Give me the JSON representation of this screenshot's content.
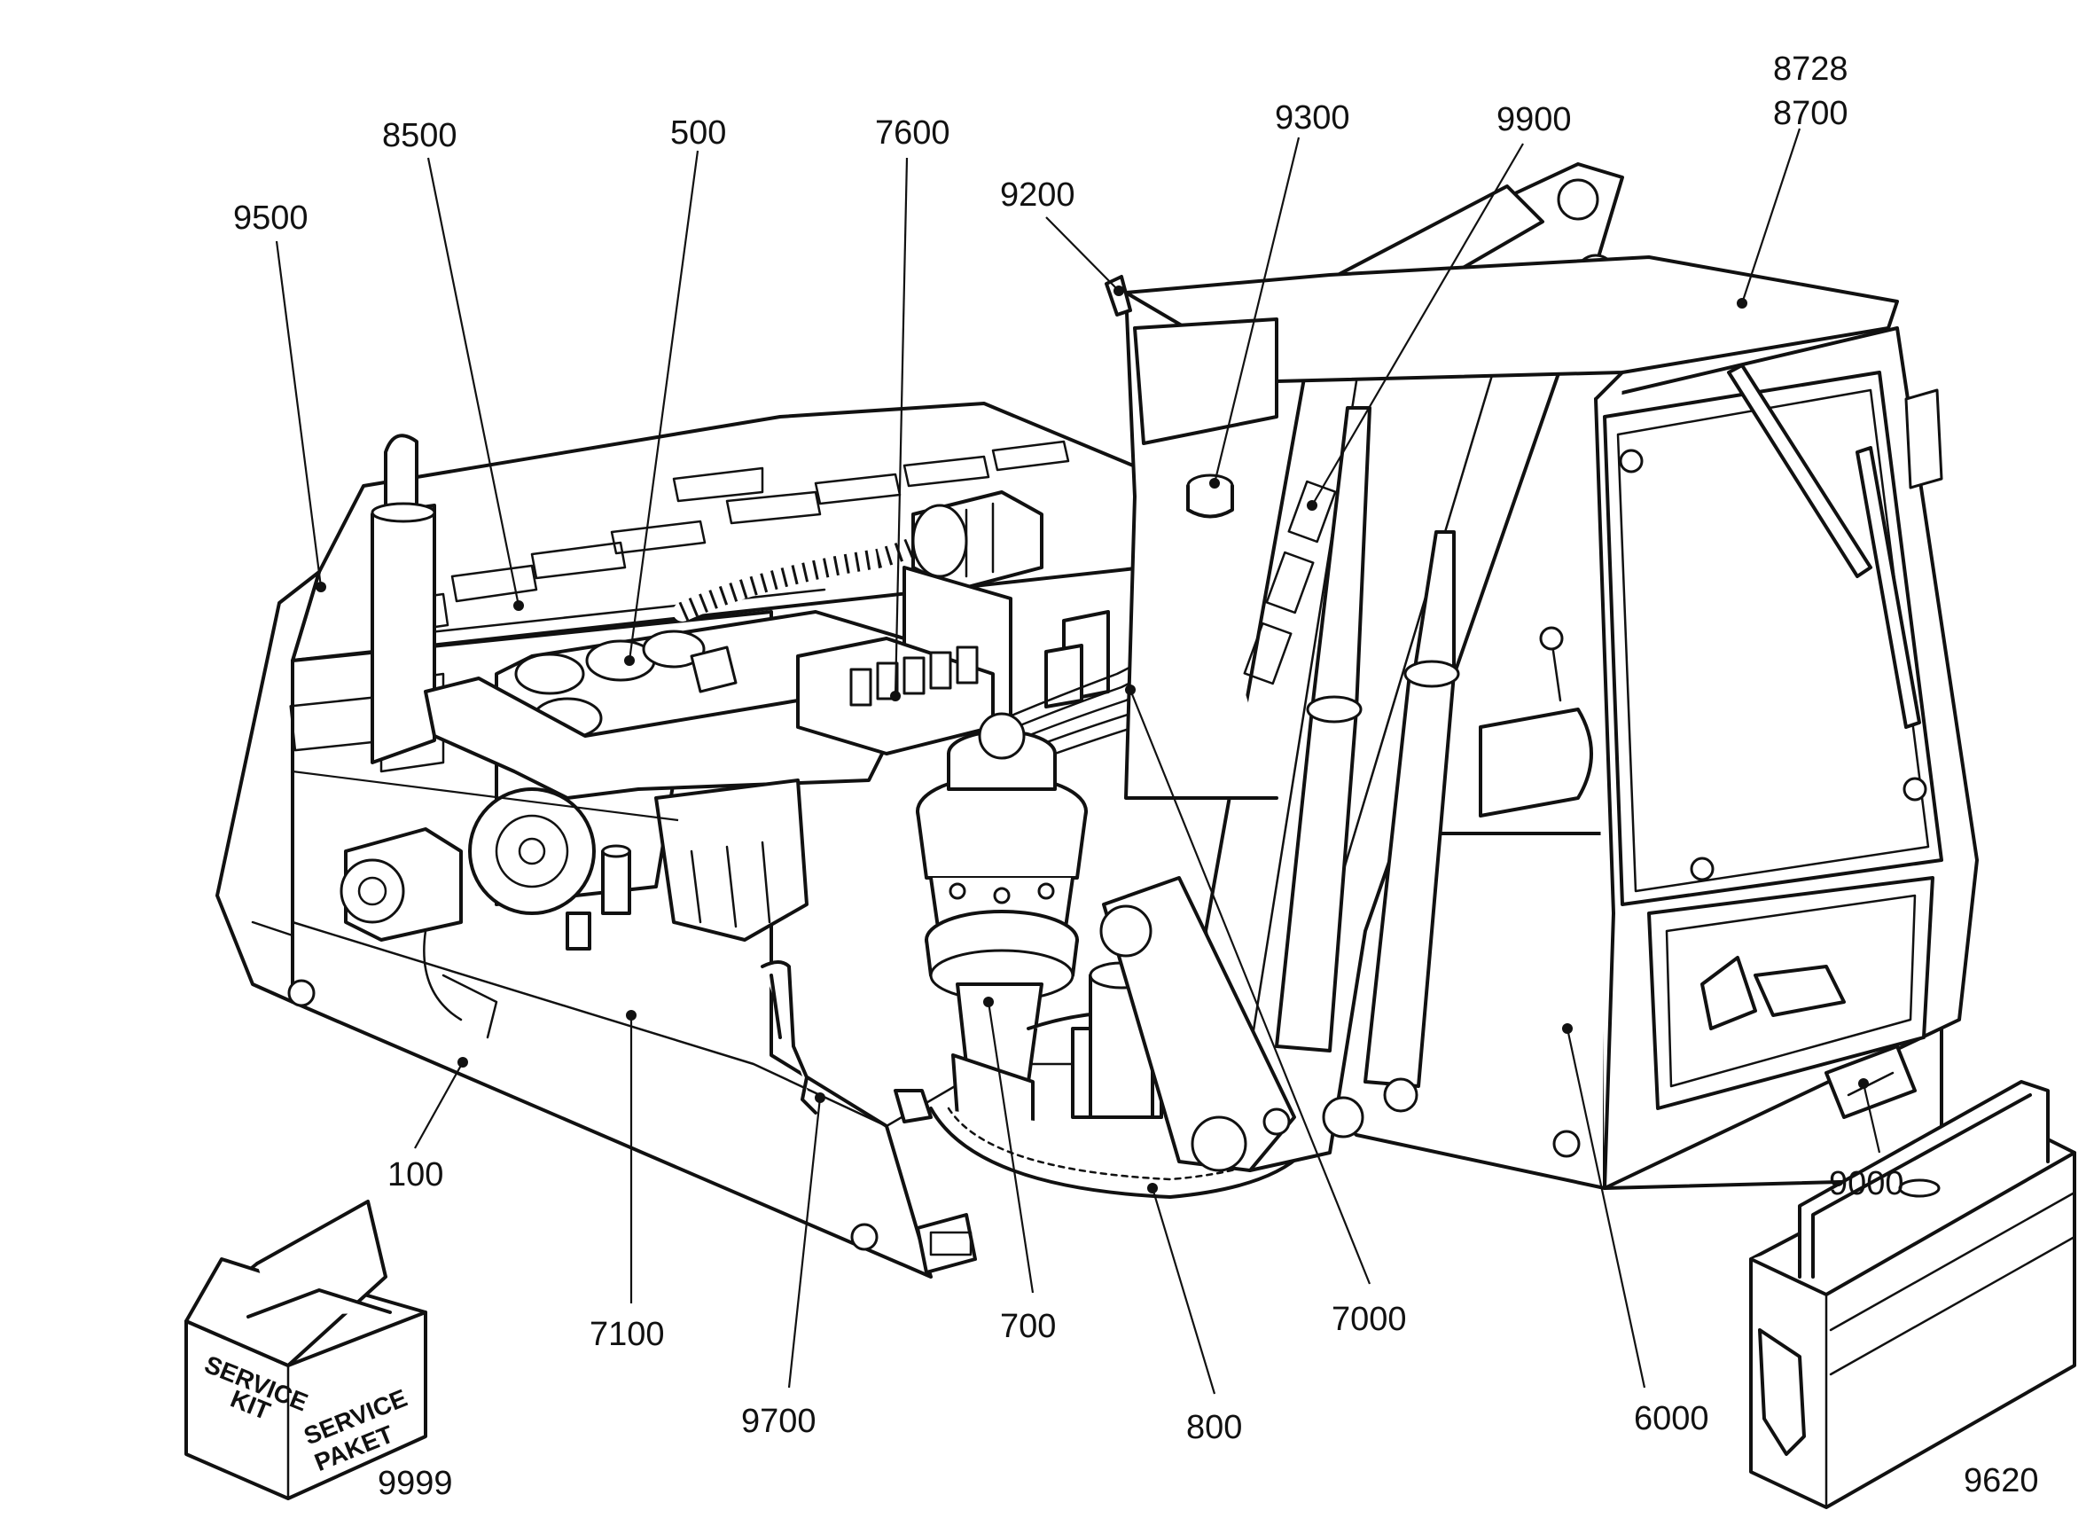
{
  "labels": {
    "l8728": "8728",
    "l8700": "8700",
    "l9300": "9300",
    "l9900": "9900",
    "l8500": "8500",
    "l500": "500",
    "l7600": "7600",
    "l9200": "9200",
    "l9500": "9500",
    "l100": "100",
    "l9000": "9000",
    "l7100": "7100",
    "l700": "700",
    "l7000": "7000",
    "l9700": "9700",
    "l800": "800",
    "l6000": "6000",
    "l9999": "9999",
    "l9620": "9620"
  },
  "service_box": {
    "front_line1": "SERVICE",
    "front_line2": "KIT",
    "side_line1": "SERVICE",
    "side_line2": "PAKET"
  }
}
